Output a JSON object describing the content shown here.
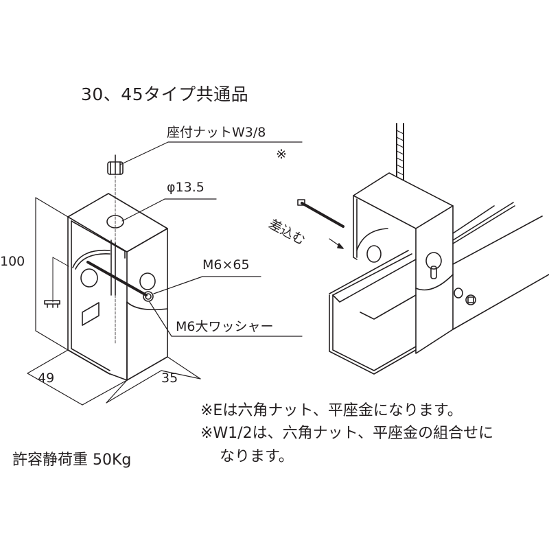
{
  "title": "30、45タイプ共通品",
  "left_drawing": {
    "callouts": {
      "nut": "座付ナットW3/8",
      "nut_mark": "※",
      "hole": "φ13.5",
      "bolt": "M6×65",
      "washer": "M6大ワッシャー"
    },
    "dimensions": {
      "height": "100",
      "width": "49",
      "depth": "35"
    },
    "load": "許容静荷重 50Kg"
  },
  "right_drawing": {
    "insert_label": "差込む"
  },
  "notes": [
    "※Eは六角ナット、平座金になります。",
    "※W1/2は、六角ナット、平座金の組合せに",
    "なります。"
  ]
}
